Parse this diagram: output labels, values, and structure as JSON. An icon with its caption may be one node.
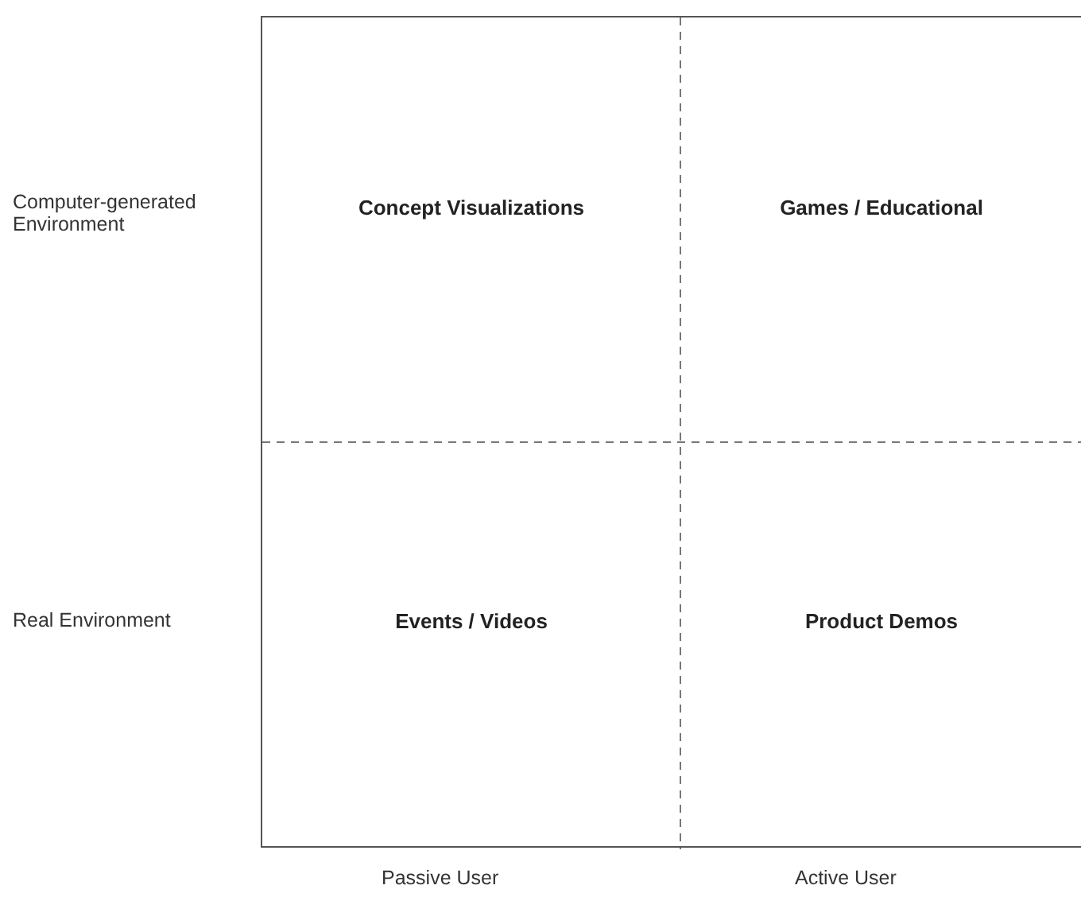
{
  "diagram": {
    "nodes": [
      {
        "text": [
          "Concept Visualizations"
        ]
      },
      {
        "text": [
          "Games / Educational"
        ]
      },
      {
        "text": [
          "Events / Videos"
        ]
      },
      {
        "text": [
          "Product Demos"
        ]
      }
    ],
    "labels": [
      "Computer-generated Environment",
      "Real Environment",
      "Passive User",
      "Active User"
    ]
  }
}
